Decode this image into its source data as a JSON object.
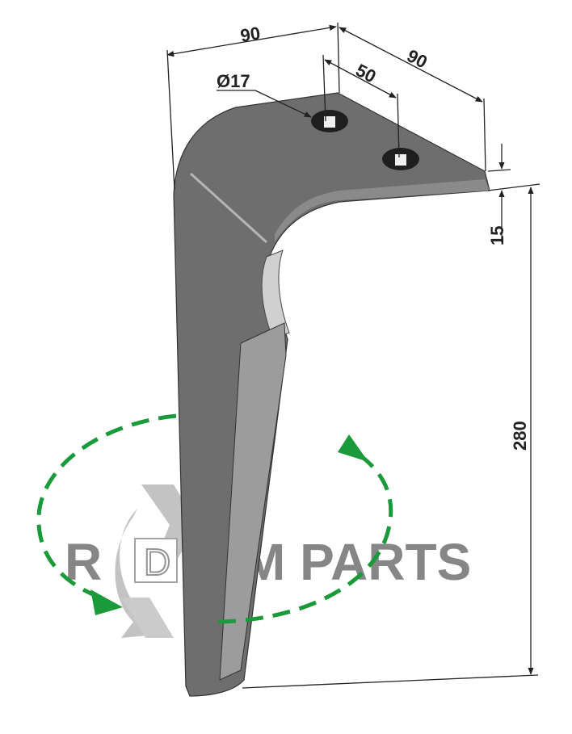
{
  "dimensions": {
    "width_left": "90",
    "width_right": "90",
    "hole_spacing": "50",
    "hole_diameter": "Ø17",
    "thickness": "15",
    "height": "280"
  },
  "watermark": {
    "letter_r": "R",
    "letter_d": "D",
    "rest": "M PARTS"
  },
  "colors": {
    "tine": "#6e6e6e",
    "blade": "#9c9c9c",
    "rotation_arrow": "#1a9a3a",
    "watermark": "#7a7a7a"
  }
}
